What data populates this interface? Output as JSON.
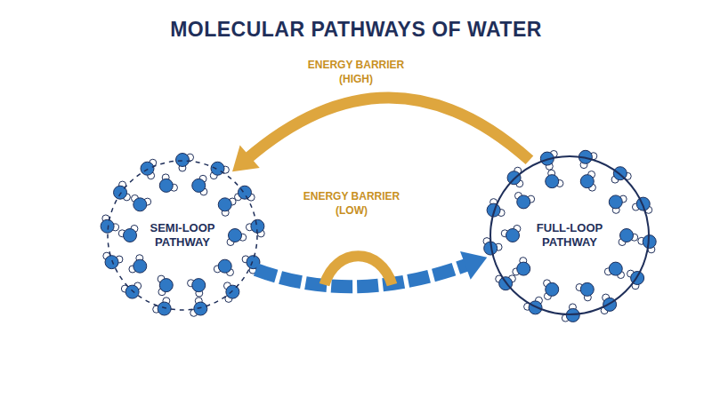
{
  "diagram": {
    "title": "MOLECULAR PATHWAYS OF WATER",
    "nodes": [
      {
        "text": [
          "SEMI-LOOP PATHWAY"
        ]
      },
      {
        "text": [
          "FULL-LOOP PATHWAY"
        ]
      }
    ],
    "edges": [
      {
        "from": 1,
        "to": 0,
        "arrow": "to",
        "label": "ENERGY BARRIER (HIGH)"
      },
      {
        "from": 0,
        "to": 1,
        "arrow": "to",
        "label": "ENERGY BARRIER (LOW)"
      }
    ]
  }
}
